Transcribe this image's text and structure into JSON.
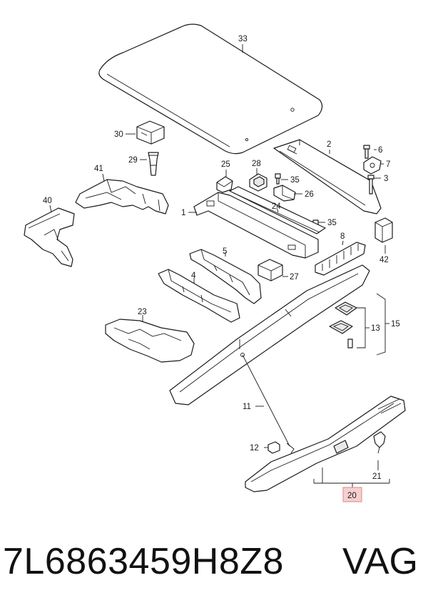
{
  "diagram": {
    "callouts": {
      "c1": "1",
      "c2": "2",
      "c3": "3",
      "c4": "4",
      "c5": "5",
      "c6": "6",
      "c7": "7",
      "c8": "8",
      "c11": "11",
      "c12": "12",
      "c13": "13",
      "c15": "15",
      "c20": "20",
      "c21": "21",
      "c23": "23",
      "c24": "24",
      "c25": "25",
      "c26": "26",
      "c27": "27",
      "c28": "28",
      "c29": "29",
      "c30": "30",
      "c33": "33",
      "c35a": "35",
      "c35b": "35",
      "c40": "40",
      "c41": "41",
      "c42": "42"
    },
    "highlight_color": "#f6d0d0"
  },
  "footer": {
    "part_number": "7L6863459H8Z8",
    "brand": "VAG"
  }
}
